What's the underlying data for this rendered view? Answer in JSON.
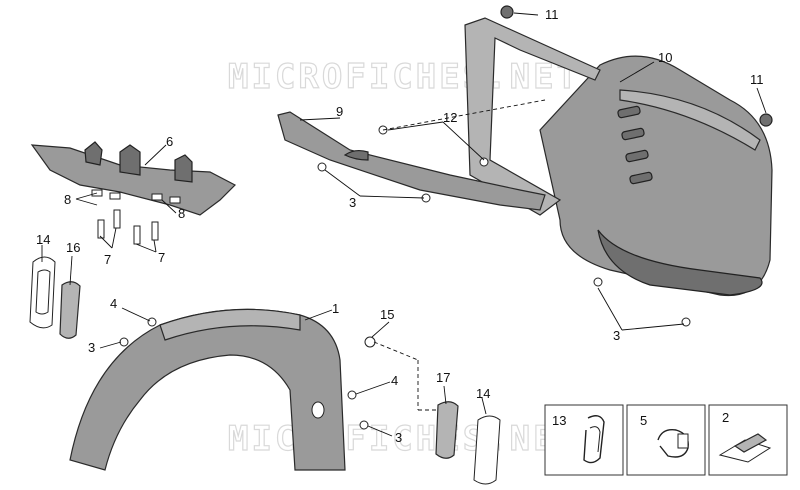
{
  "watermark": "MICROFICHES.NET",
  "callouts": {
    "c1": "1",
    "c2": "2",
    "c3a": "3",
    "c3b": "3",
    "c3c": "3",
    "c3d": "3",
    "c4a": "4",
    "c4b": "4",
    "c5": "5",
    "c6": "6",
    "c7a": "7",
    "c7b": "7",
    "c8a": "8",
    "c8b": "8",
    "c9": "9",
    "c10": "10",
    "c11a": "11",
    "c11b": "11",
    "c12": "12",
    "c13": "13",
    "c14a": "14",
    "c14b": "14",
    "c15": "15",
    "c16": "16",
    "c17": "17"
  },
  "colors": {
    "part_fill": "#9a9a9a",
    "part_dark": "#6f6f6f",
    "line": "#111111",
    "watermark": "#d9d9d9"
  }
}
